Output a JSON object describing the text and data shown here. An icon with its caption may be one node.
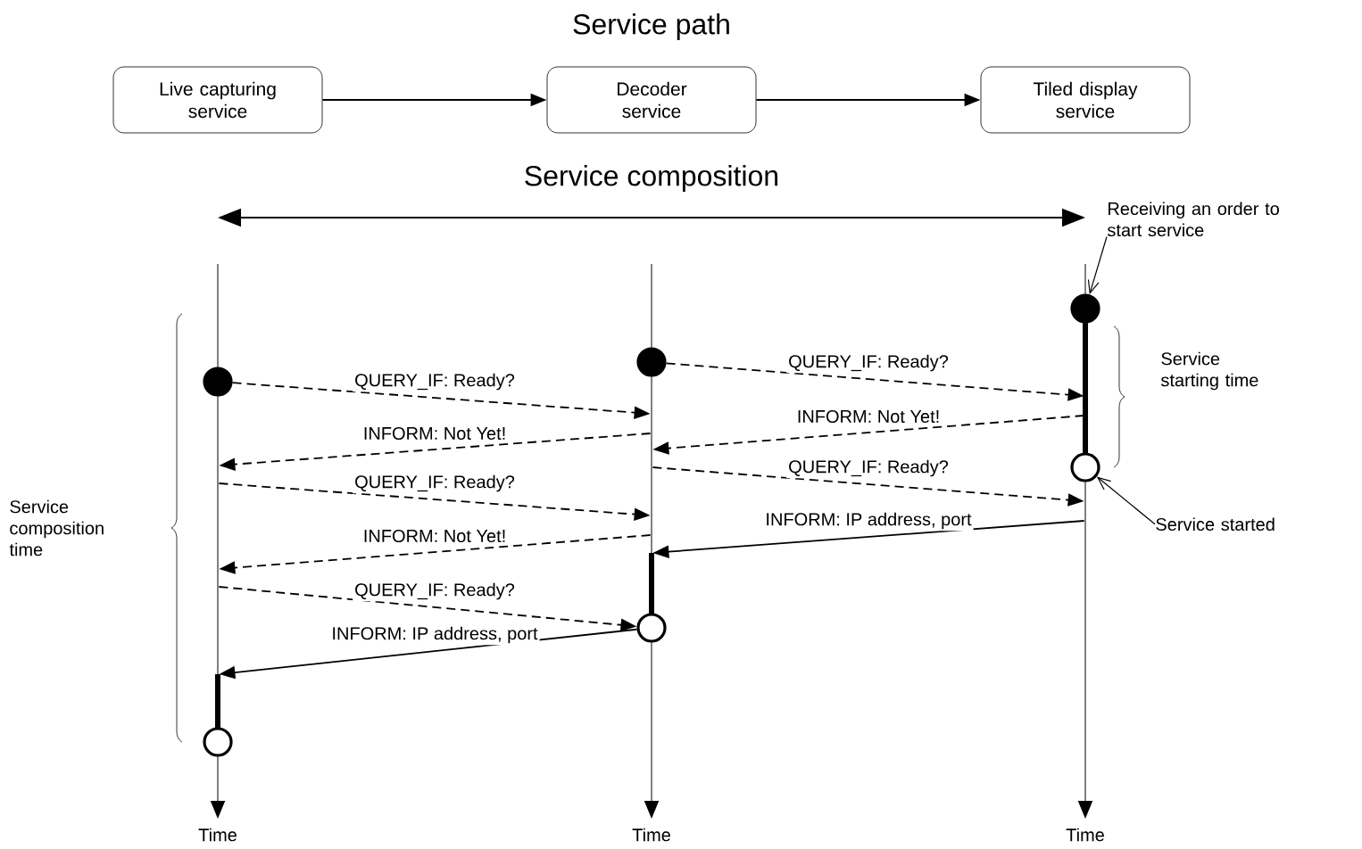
{
  "diagram": {
    "title": "Service path",
    "nodes": [
      {
        "text": [
          "Live capturing service"
        ]
      },
      {
        "text": [
          "Decoder service"
        ]
      },
      {
        "text": [
          "Tiled display service"
        ]
      },
      {
        "text": [],
        "shape": "bar",
        "beside": [
          "Time"
        ]
      },
      {
        "text": [],
        "shape": "bar",
        "beside": [
          "Time"
        ]
      },
      {
        "text": [],
        "shape": "bar",
        "beside": [
          "Time"
        ]
      },
      {
        "text": [],
        "shape": "circle"
      },
      {
        "text": [],
        "shape": "circle"
      },
      {
        "text": [],
        "shape": "circle"
      },
      {
        "text": [],
        "shape": "circle"
      },
      {
        "text": [],
        "shape": "circle"
      },
      {
        "text": [],
        "shape": "circle"
      },
      {
        "text": [
          "Receiving an order to start service"
        ]
      },
      {
        "text": [
          "Service started"
        ]
      }
    ],
    "edges": [
      {
        "from": 0,
        "to": 1,
        "arrow": "to"
      },
      {
        "from": 1,
        "to": 2,
        "arrow": "to"
      },
      {
        "from": 6,
        "to": 4,
        "arrow": "to",
        "label": "QUERY_IF: Ready?",
        "style": "dashed"
      },
      {
        "from": 4,
        "to": 3,
        "arrow": "to",
        "label": "INFORM: Not Yet!",
        "style": "dashed"
      },
      {
        "from": 3,
        "to": 4,
        "arrow": "to",
        "label": "QUERY_IF: Ready?",
        "style": "dashed"
      },
      {
        "from": 4,
        "to": 3,
        "arrow": "to",
        "label": "INFORM: Not Yet!",
        "style": "dashed"
      },
      {
        "from": 3,
        "to": 9,
        "arrow": "to",
        "label": "QUERY_IF: Ready?",
        "style": "dashed"
      },
      {
        "from": 9,
        "to": 3,
        "arrow": "to",
        "label": "INFORM: IP address, port"
      },
      {
        "from": 8,
        "to": 5,
        "arrow": "to",
        "label": "QUERY_IF: Ready?",
        "style": "dashed"
      },
      {
        "from": 5,
        "to": 4,
        "arrow": "to",
        "label": "INFORM: Not Yet!",
        "style": "dashed"
      },
      {
        "from": 4,
        "to": 5,
        "arrow": "to",
        "label": "QUERY_IF: Ready?",
        "style": "dashed"
      },
      {
        "from": 5,
        "to": 4,
        "arrow": "to",
        "label": "INFORM: IP address, port"
      },
      {
        "from": 12,
        "to": 10,
        "arrow": "to"
      },
      {
        "from": 13,
        "to": 11,
        "arrow": "to"
      }
    ],
    "labels": [
      "Service composition",
      "Service starting time",
      "Service composition time"
    ]
  }
}
